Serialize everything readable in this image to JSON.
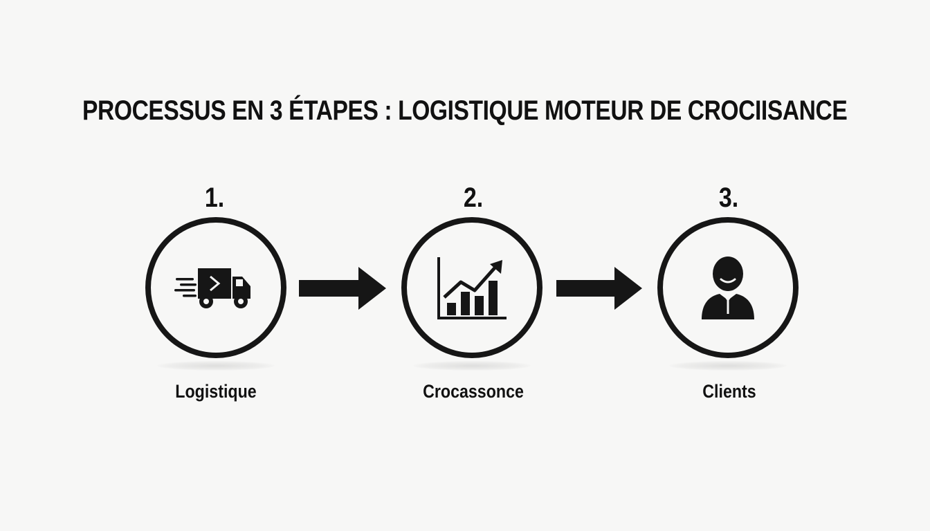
{
  "title": "PROCESSUS EN 3 ÉTAPES : LOGISTIQUE MOTEUR DE CROCIISANCE",
  "steps": [
    {
      "number": "1.",
      "label": "Logistique",
      "icon": "delivery-truck-icon"
    },
    {
      "number": "2.",
      "label": "Crocassonce",
      "icon": "growth-chart-icon"
    },
    {
      "number": "3.",
      "label": "Clients",
      "icon": "client-person-icon"
    }
  ],
  "connectors": [
    "arrow-right",
    "arrow-right"
  ],
  "colors": {
    "background": "#f7f7f6",
    "ink": "#161616"
  }
}
